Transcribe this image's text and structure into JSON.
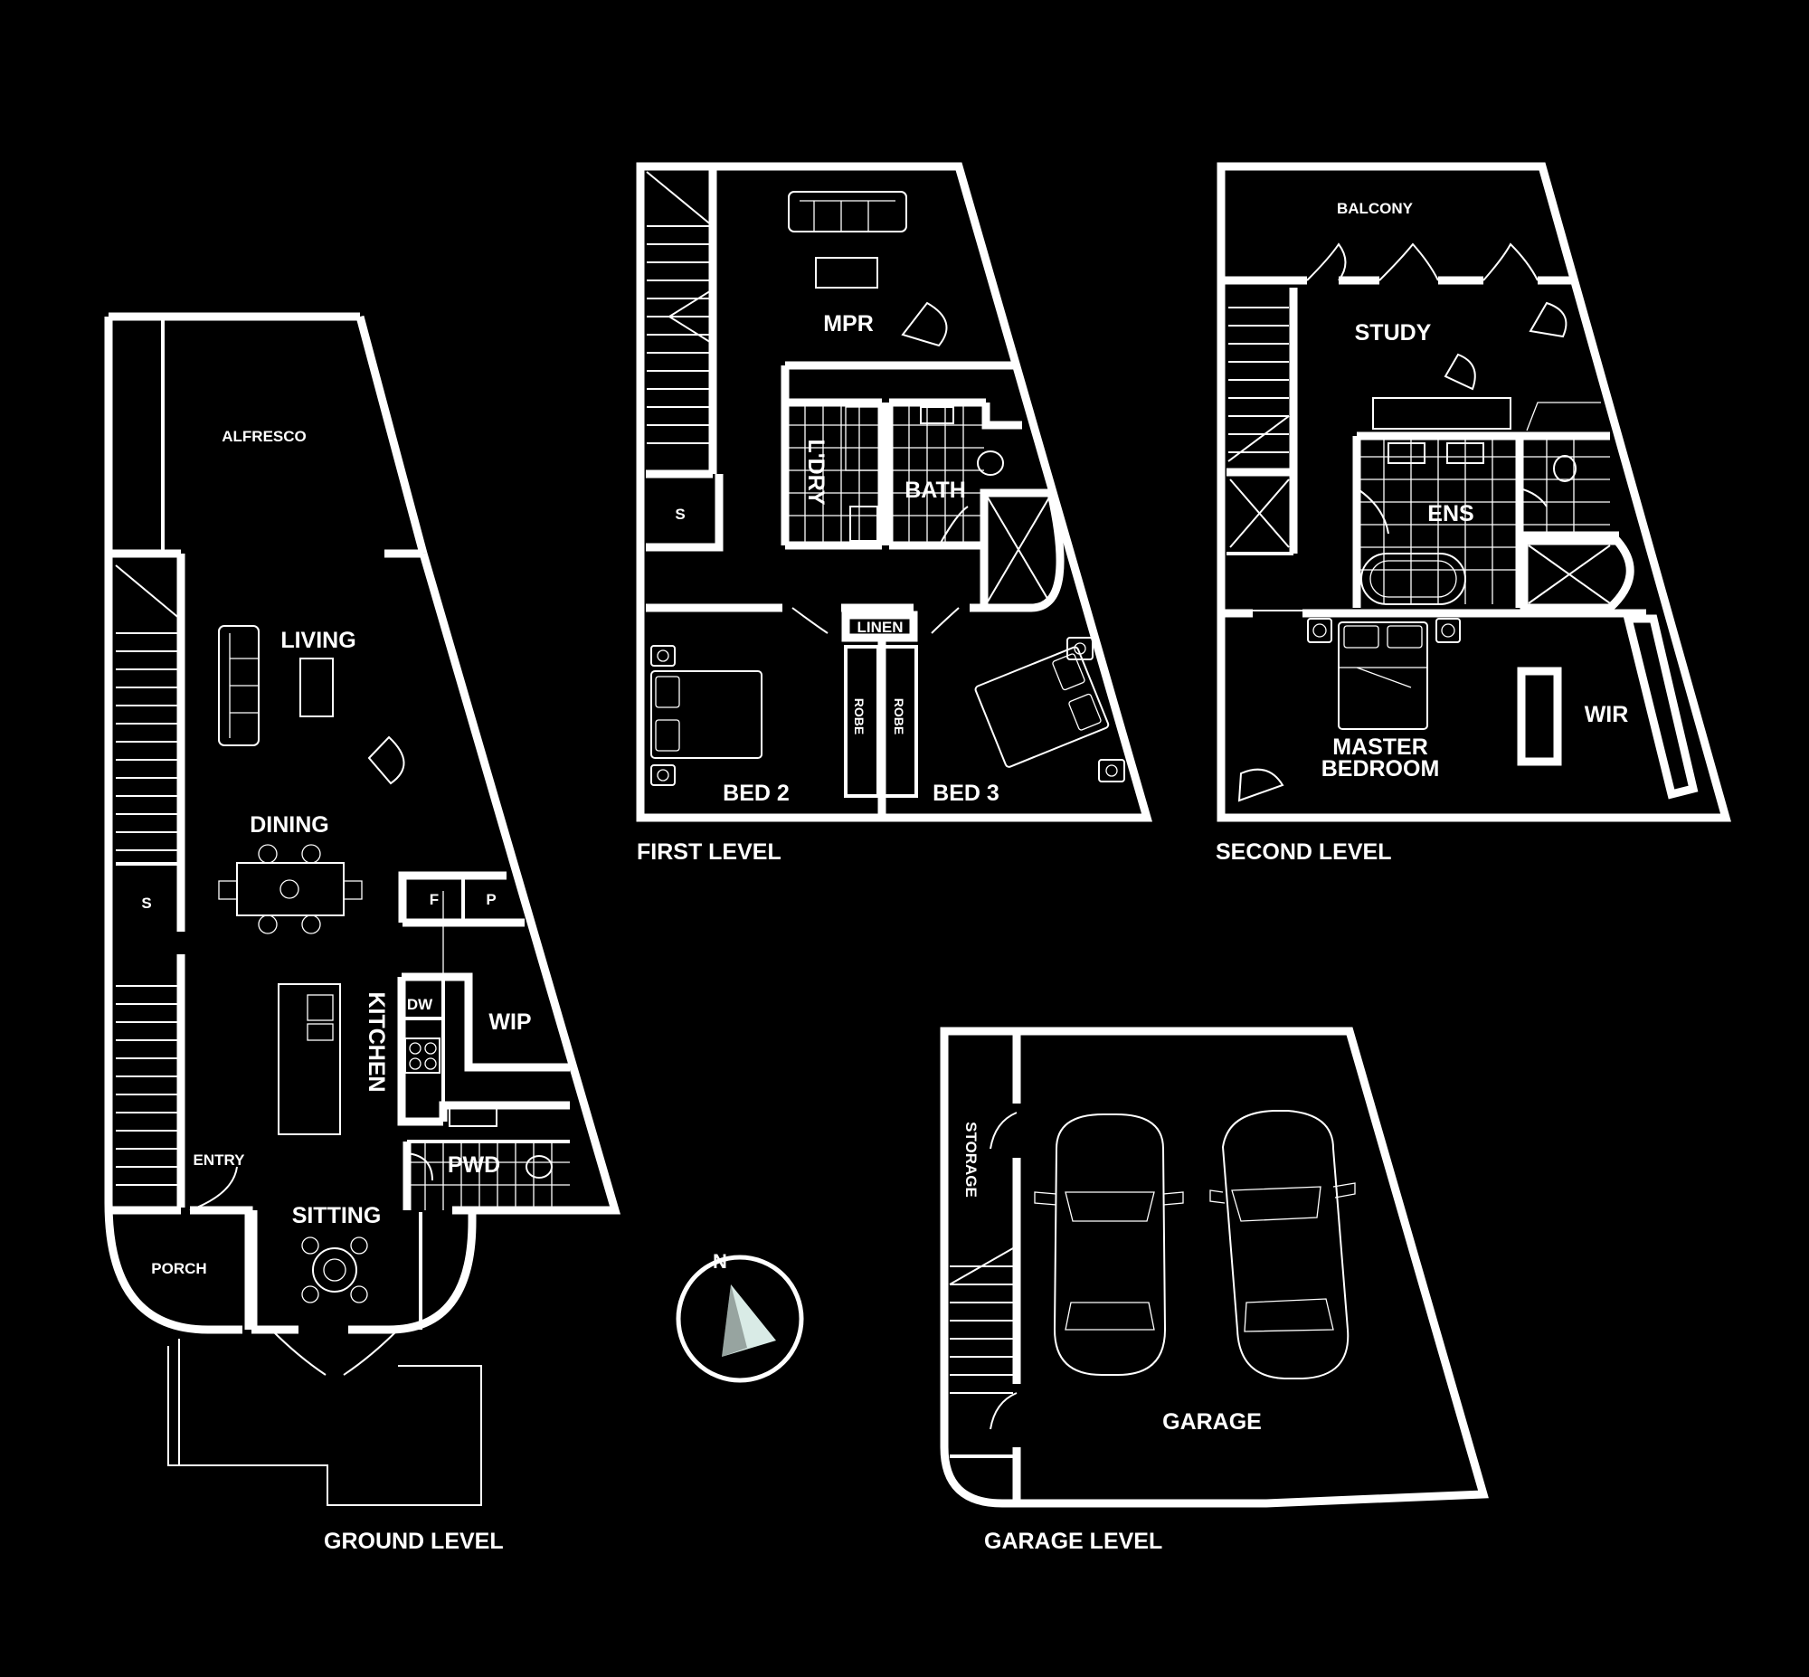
{
  "levels": {
    "ground": "GROUND LEVEL",
    "first": "FIRST LEVEL",
    "second": "SECOND LEVEL",
    "garage": "GARAGE LEVEL"
  },
  "rooms": {
    "ground": {
      "alfresco": "ALFRESCO",
      "living": "LIVING",
      "dining": "DINING",
      "kitchen": "KITCHEN",
      "wip": "WIP",
      "pwd": "PWD",
      "sitting": "SITTING",
      "entry": "ENTRY",
      "porch": "PORCH",
      "store": "S",
      "fridge": "F",
      "pantry": "P",
      "dishwasher": "DW"
    },
    "first": {
      "mpr": "MPR",
      "laundry": "L'DRY",
      "bath": "BATH",
      "store": "S",
      "linen": "LINEN",
      "robe_a": "ROBE",
      "robe_b": "ROBE",
      "bed2": "BED 2",
      "bed3": "BED 3"
    },
    "second": {
      "balcony": "BALCONY",
      "study": "STUDY",
      "ens": "ENS",
      "wir": "WIR",
      "master_line1": "MASTER",
      "master_line2": "BEDROOM"
    },
    "garage": {
      "storage": "STORAGE",
      "garage": "GARAGE"
    }
  },
  "compass": {
    "letter": "N",
    "icon": "north-arrow-icon",
    "color": "#d9ebe6"
  },
  "colors": {
    "background": "#000000",
    "linework": "#ffffff"
  }
}
